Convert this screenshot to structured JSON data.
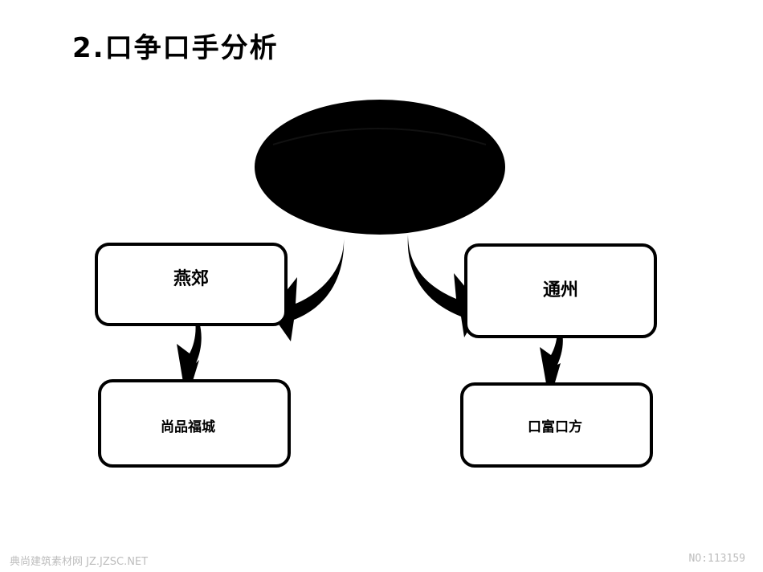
{
  "title": "2.口争口手分析",
  "nodes": {
    "left_top": "燕郊",
    "right_top": "通州",
    "left_bottom": "尚品福城",
    "right_bottom": "口富口方"
  },
  "footer": {
    "left": "典尚建筑素材网 JZ.JZSC.NET",
    "right": "NO:113159"
  },
  "colors": {
    "ink": "#000000",
    "watermark": "#bdbdbd"
  }
}
